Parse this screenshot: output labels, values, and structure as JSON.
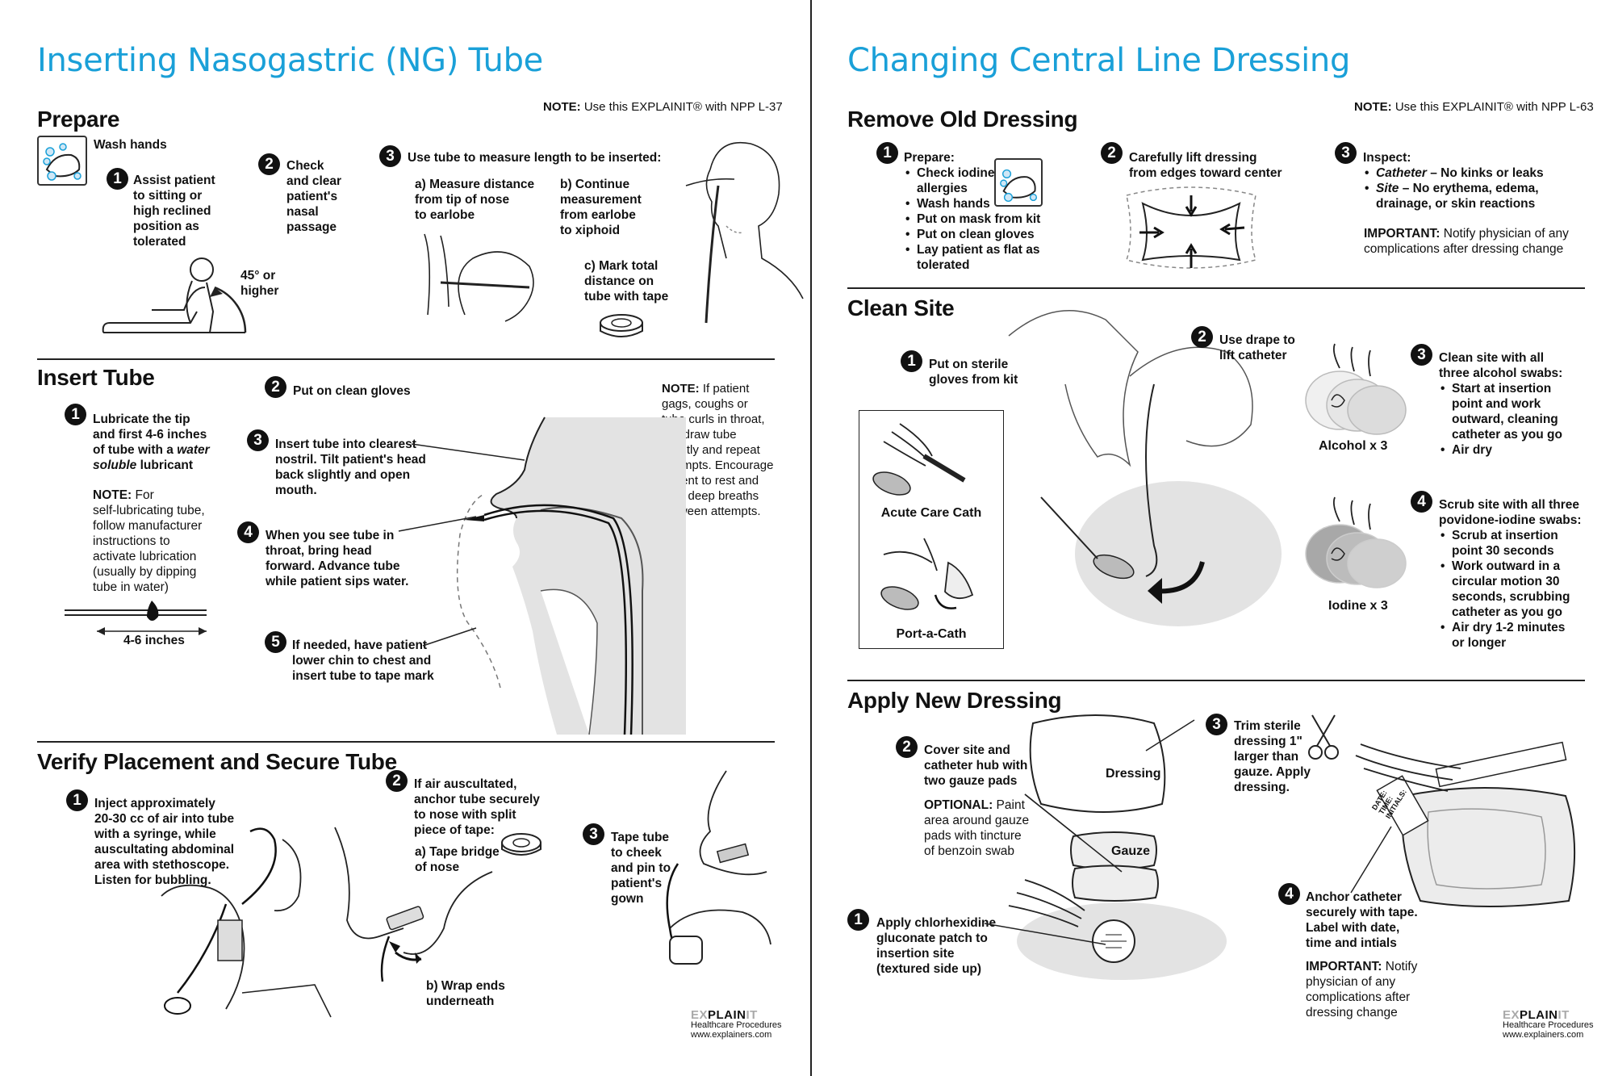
{
  "left": {
    "title": "Inserting Nasogastric (NG) Tube",
    "note_prefix": "NOTE:",
    "note_text": " Use this EXPLAINIT® with NPP L-37",
    "prepare": {
      "heading": "Prepare",
      "wash": "Wash hands",
      "s1": "Assist patient\nto sitting or\nhigh reclined\nposition as\ntolerated",
      "angle": "45° or\nhigher",
      "s2": "Check\nand clear\npatient's\nnasal\npassage",
      "s3": "Use tube to measure length to be inserted:",
      "s3a": "a) Measure distance\n    from tip of nose\n    to earlobe",
      "s3b": "b) Continue\n    measurement\n    from earlobe\n    to xiphoid",
      "s3c": "c) Mark total\n    distance on\n    tube with tape"
    },
    "insert": {
      "heading": "Insert Tube",
      "s1": "Lubricate the tip\nand first 4-6 inches\nof tube with a ",
      "s1_em": "water\nsoluble",
      "s1_end": " lubricant",
      "note_prefix": "NOTE:",
      "note": " For\nself-lubricating tube,\nfollow manufacturer\ninstructions to\nactivate lubrication\n(usually by dipping\ntube in water)",
      "inches": "4-6 inches",
      "s2": "Put on clean gloves",
      "s3": "Insert tube into clearest\nnostril. Tilt patient's head\nback slightly and open\nmouth.",
      "s4": "When you see tube in\nthroat, bring head\nforward. Advance tube\nwhile patient sips water.",
      "s5": "If needed, have patient\nlower chin to chest and\ninsert tube to tape mark",
      "side_prefix": "NOTE:",
      "side": "  If patient\ngags, coughs or\ntube curls in throat,\nwithdraw tube\nslightly and repeat\nattempts. Encourage\npatient to rest and\ntake deep breaths\nbetween attempts."
    },
    "verify": {
      "heading": "Verify Placement and Secure Tube",
      "s1": "Inject approximately\n20-30 cc of air into tube\nwith a syringe, while\nauscultating abdominal\narea with stethoscope.\nListen for bubbling.",
      "s2": "If air auscultated,\nanchor tube securely\nto nose with split\npiece of tape:",
      "s2a": "a) Tape bridge\n    of nose",
      "s2b": "b) Wrap ends\n    underneath",
      "s3": "Tape tube\nto cheek\nand pin to\npatient's\ngown"
    }
  },
  "right": {
    "title": "Changing Central Line Dressing",
    "note_prefix": "NOTE:",
    "note_text": " Use this EXPLAINIT® with NPP L-63",
    "remove": {
      "heading": "Remove Old Dressing",
      "s1_title": "Prepare:",
      "s1_items": [
        "Check iodine\nallergies",
        "Wash hands",
        "Put on mask from kit",
        "Put on clean gloves",
        "Lay patient as flat as\ntolerated"
      ],
      "s2": "Carefully lift dressing\nfrom edges toward center",
      "s3_title": "Inspect:",
      "s3_i1_em": "Catheter",
      "s3_i1": " – No kinks or leaks",
      "s3_i2_em": "Site",
      "s3_i2": " – No erythema, edema,\ndrainage, or skin reactions",
      "important_prefix": "IMPORTANT:",
      "important": " Notify physician of any\ncomplications after dressing change"
    },
    "clean": {
      "heading": "Clean Site",
      "s1": "Put on sterile\ngloves from kit",
      "s2": "Use drape to\nlift catheter",
      "acute": "Acute Care Cath",
      "port": "Port-a-Cath",
      "s3_title": "Clean site with all\nthree alcohol swabs:",
      "s3_items": [
        "Start at insertion\npoint and work\noutward, cleaning\ncatheter as you go",
        "Air dry"
      ],
      "alcohol": "Alcohol x 3",
      "s4_title": "Scrub site with all three\npovidone-iodine swabs:",
      "s4_items": [
        "Scrub at insertion\npoint 30 seconds",
        "Work outward in a\ncircular motion 30\nseconds, scrubbing\ncatheter as you go",
        "Air dry 1-2 minutes\nor longer"
      ],
      "iodine": "Iodine x 3"
    },
    "apply": {
      "heading": "Apply New Dressing",
      "s1": "Apply chlorhexidine\ngluconate patch to\ninsertion site\n(textured side up)",
      "s2": "Cover site and\ncatheter hub with\ntwo gauze pads",
      "optional_prefix": "OPTIONAL:",
      "optional": " Paint\narea around gauze\npads with tincture\nof benzoin swab",
      "dressing": "Dressing",
      "gauze": "Gauze",
      "s3": "Trim sterile\ndressing 1\"\nlarger than\ngauze. Apply\ndressing.",
      "s4": "Anchor catheter\nsecurely with tape.\nLabel with date,\ntime and intials",
      "important_prefix": "IMPORTANT:",
      "important": " Notify\nphysician of any\ncomplications after\ndressing change",
      "tape_label": "DATE:\nTIME:\nINITIALS:"
    }
  },
  "brand": {
    "logo_a": "EX",
    "logo_b": "PLAIN",
    "logo_c": "IT",
    "line1": "Healthcare Procedures",
    "line2": "www.explainers.com"
  },
  "colors": {
    "title_blue": "#1aa0d8",
    "shade": "#e3e3e3"
  }
}
